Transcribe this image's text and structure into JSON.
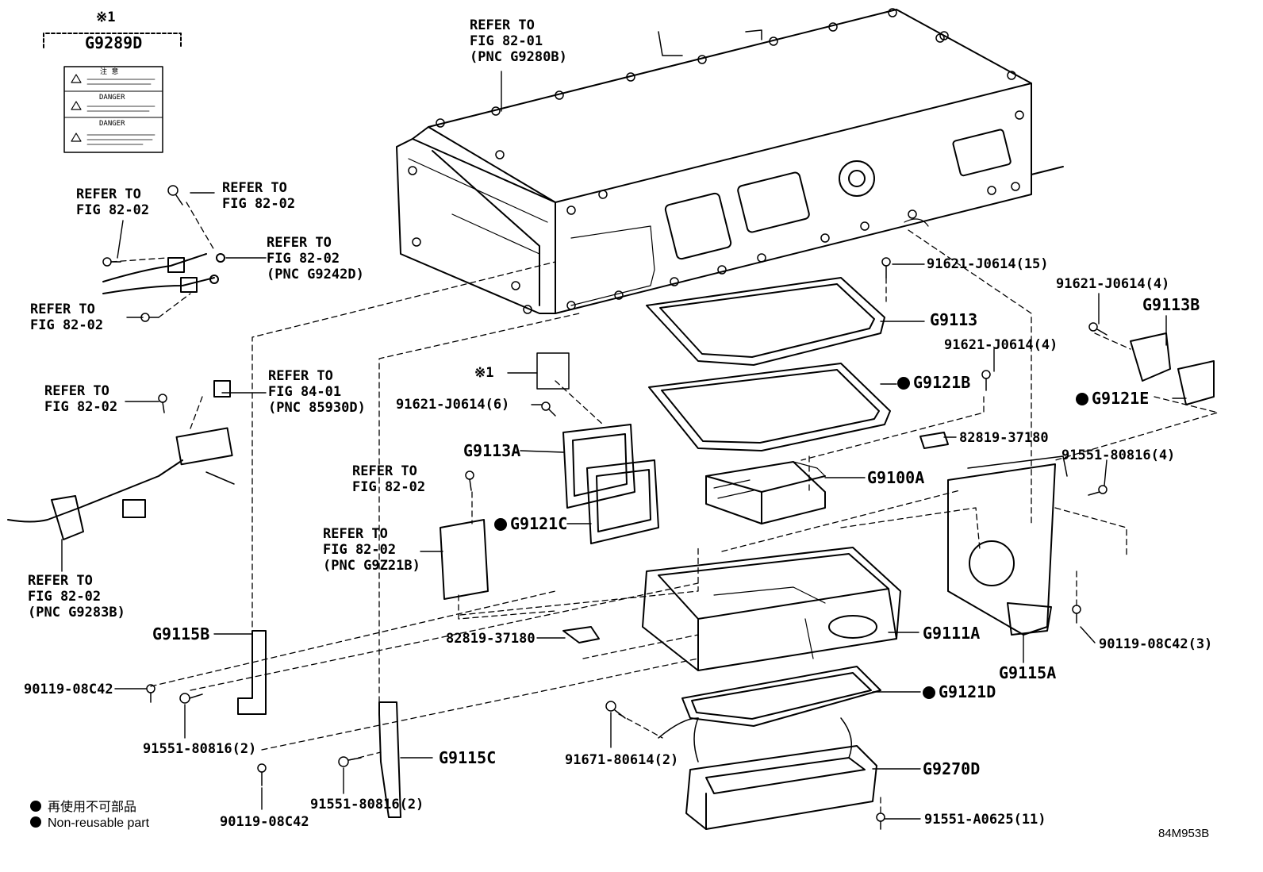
{
  "note_mark": "※1",
  "caution_label": {
    "part": "G9289D",
    "headers": [
      "注 意",
      "DANGER",
      "DANGER"
    ]
  },
  "refs": {
    "fig_82_01": [
      "REFER TO",
      "FIG 82-01",
      "(PNC G9280B)"
    ],
    "r_82_02_a": [
      "REFER TO",
      "FIG 82-02"
    ],
    "r_82_02_b": [
      "REFER TO",
      "FIG 82-02"
    ],
    "r_82_02_pnc_g9242d": [
      "REFER TO",
      "FIG 82-02",
      "(PNC G9242D)"
    ],
    "r_82_02_c": [
      "REFER TO",
      "FIG 82-02"
    ],
    "r_84_01": [
      "REFER TO",
      "FIG 84-01",
      "(PNC 85930D)"
    ],
    "r_82_02_d": [
      "REFER TO",
      "FIG 82-02"
    ],
    "r_82_02_pnc_g9283b": [
      "REFER TO",
      "FIG 82-02",
      "(PNC G9283B)"
    ],
    "r_82_02_e": [
      "REFER TO",
      "FIG 82-02"
    ],
    "r_82_02_pnc_g9221b": [
      "REFER TO",
      "FIG 82-02",
      "(PNC G9Z21B)"
    ]
  },
  "parts": {
    "p_91621_j0614_15": "91621-J0614(15)",
    "p_91621_j0614_4a": "91621-J0614(4)",
    "p_g9113b": "G9113B",
    "p_g9113": "G9113",
    "p_91621_j0614_4b": "91621-J0614(4)",
    "p_g9121b": "G9121B",
    "p_g9121e": "G9121E",
    "p_note1": "※1",
    "p_91621_j0614_6": "91621-J0614(6)",
    "p_82819_37180_a": "82819-37180",
    "p_g9113a": "G9113A",
    "p_g9100a": "G9100A",
    "p_91551_80816_4": "91551-80816(4)",
    "p_g9121c": "G9121C",
    "p_g9115b": "G9115B",
    "p_82819_37180_b": "82819-37180",
    "p_g9111a": "G9111A",
    "p_90119_08c42_3": "90119-08C42(3)",
    "p_g9115a": "G9115A",
    "p_90119_08c42_a": "90119-08C42",
    "p_g9121d": "G9121D",
    "p_91551_80816_2a": "91551-80816(2)",
    "p_91671_80614_2": "91671-80614(2)",
    "p_g9115c": "G9115C",
    "p_g9270d": "G9270D",
    "p_91551_80816_2b": "91551-80816(2)",
    "p_90119_08c42_b": "90119-08C42",
    "p_91551_a0625_11": "91551-A0625(11)"
  },
  "legend": {
    "jp": "再使用不可部品",
    "en": "Non-reusable part"
  },
  "figure_code": "84M953B"
}
